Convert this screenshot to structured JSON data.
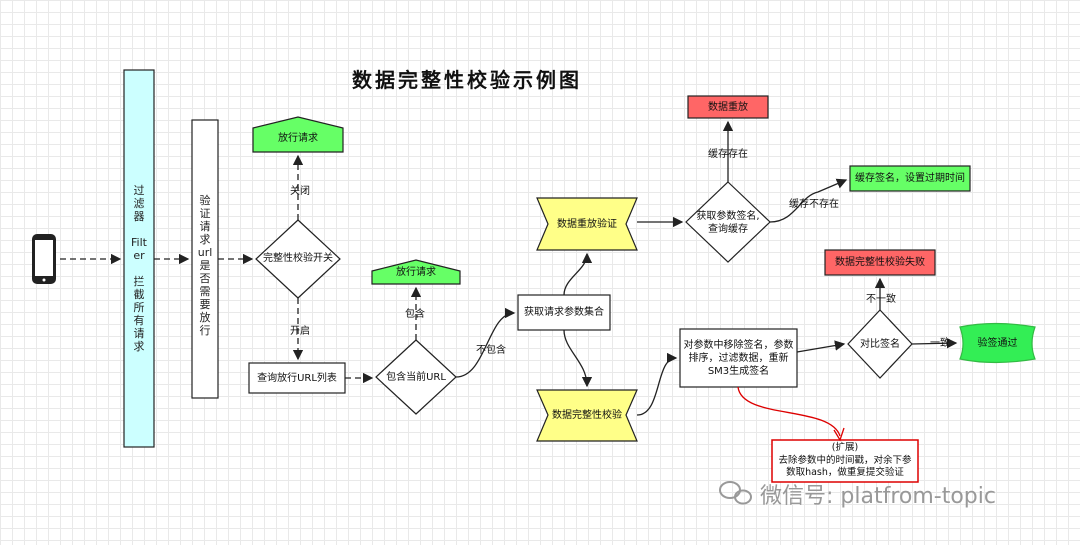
{
  "title": "数据完整性校验示例图",
  "filter_box": "过\n滤\n器\n\nFilt\ner\n\n拦\n截\n所\n有\n请\n求",
  "verify_box": "验\n证\n请\n求\nurl\n是\n否\n需\n要\n放\n行",
  "nodes": {
    "release_request_1": "放行请求",
    "integrity_switch": "完整性校验开关",
    "query_release_list": "查询放行URL列表",
    "contains_current_url": "包含当前URL",
    "release_request_2": "放行请求",
    "get_params": "获取请求参数集合",
    "replay_check": "数据重放验证",
    "integrity_check": "数据完整性校验",
    "get_sign_query_cache": "获取参数签名,\n查询缓存",
    "data_replay": "数据重放",
    "cache_sign": "缓存签名，设置过期时间",
    "process_params": "对参数中移除签名，参数\n排序，过滤数据，重新\nSM3生成签名",
    "compare_sign": "对比签名",
    "integrity_fail": "数据完整性校验失败",
    "verify_pass": "验签通过",
    "extension": "(扩展)\n去除参数中的时间戳，对余下参\n数取hash，做重复提交验证"
  },
  "edge_labels": {
    "off": "关闭",
    "on": "开启",
    "contains": "包含",
    "not_contains": "不包含",
    "cache_exists": "缓存存在",
    "cache_not_exists": "缓存不存在",
    "inconsistent": "不一致",
    "consistent": "一致"
  },
  "watermark": "微信号: platfrom-topic",
  "colors": {
    "filter_fill": "#ccffff",
    "green_fill": "#66ff66",
    "yellow_fill": "#ffff88",
    "red_fill": "#ff6666",
    "extension_border": "#dd0000"
  }
}
